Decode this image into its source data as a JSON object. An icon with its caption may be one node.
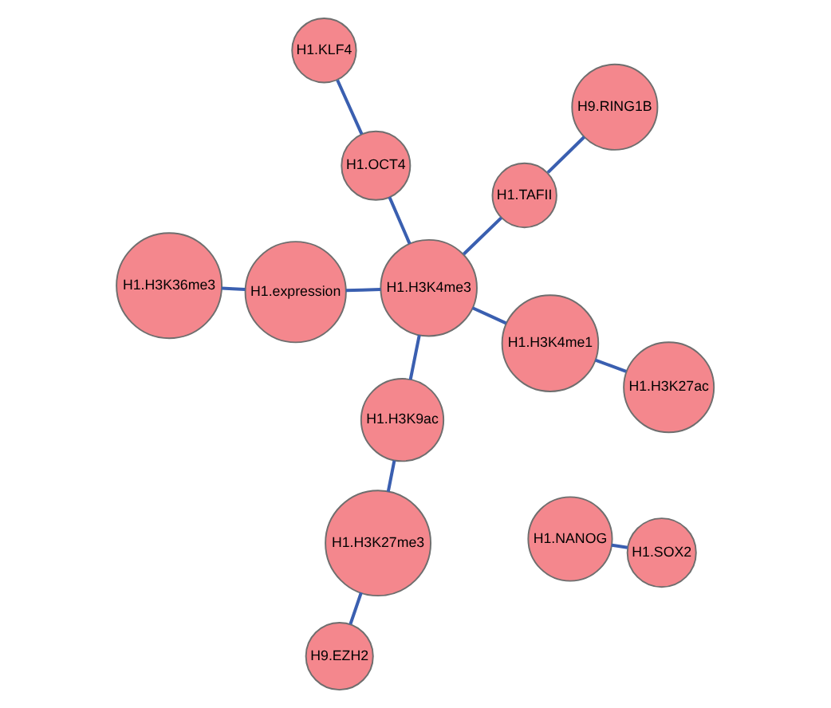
{
  "diagram": {
    "nodes": [
      {
        "text": [
          "H1.KLF4"
        ]
      },
      {
        "text": [
          "H9.RING1B"
        ]
      },
      {
        "text": [
          "H1.H3K36me3"
        ]
      },
      {
        "text": [
          "H1.OCT4"
        ]
      },
      {
        "text": [
          "H1.TAFII"
        ]
      },
      {
        "text": [
          "H1.expression"
        ]
      },
      {
        "text": [
          "H1.H3K4me3"
        ]
      },
      {
        "text": [
          "H1.H3K9ac"
        ]
      },
      {
        "text": [
          "H1.H3K4me1"
        ]
      },
      {
        "text": [
          "H1.H3K27me3"
        ]
      },
      {
        "text": [
          "H1.H3K27ac"
        ]
      },
      {
        "text": [
          "H1.NANOG"
        ]
      },
      {
        "text": [
          "H9.EZH2"
        ]
      },
      {
        "text": [
          "H1.SOX2"
        ]
      }
    ],
    "edges": [
      {
        "from": 0,
        "to": 3,
        "arrow": "none"
      },
      {
        "from": 3,
        "to": 6,
        "arrow": "none"
      },
      {
        "from": 1,
        "to": 4,
        "arrow": "none"
      },
      {
        "from": 4,
        "to": 6,
        "arrow": "none"
      },
      {
        "from": 2,
        "to": 5,
        "arrow": "none"
      },
      {
        "from": 5,
        "to": 6,
        "arrow": "none"
      },
      {
        "from": 6,
        "to": 7,
        "arrow": "none"
      },
      {
        "from": 6,
        "to": 8,
        "arrow": "none"
      },
      {
        "from": 8,
        "to": 10,
        "arrow": "none"
      },
      {
        "from": 7,
        "to": 9,
        "arrow": "none"
      },
      {
        "from": 9,
        "to": 12,
        "arrow": "none"
      },
      {
        "from": 11,
        "to": 13,
        "arrow": "none"
      }
    ]
  }
}
